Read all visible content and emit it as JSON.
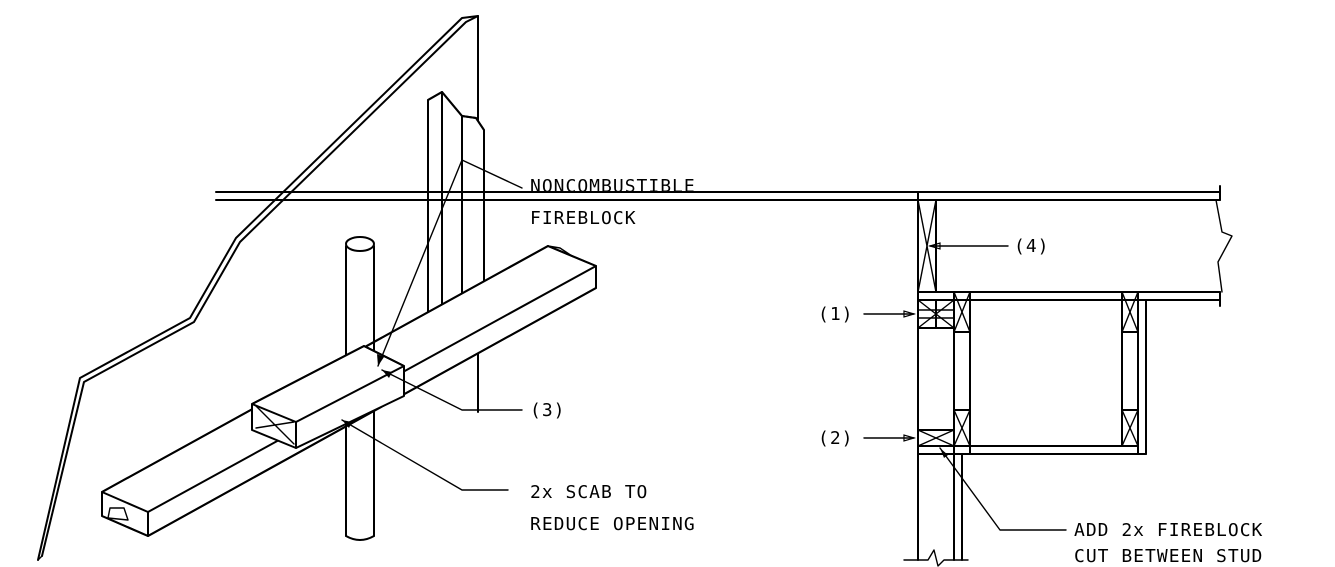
{
  "labels": {
    "noncombustible_line1": "NONCOMBUSTIBLE",
    "noncombustible_line2": "FIREBLOCK",
    "ref3": "(3)",
    "scab_line1": "2x SCAB TO",
    "scab_line2": "REDUCE OPENING",
    "ref4": "(4)",
    "ref1": "(1)",
    "ref2": "(2)",
    "add_line1": "ADD 2x FIREBLOCK",
    "add_line2": "CUT BETWEEN STUD"
  }
}
